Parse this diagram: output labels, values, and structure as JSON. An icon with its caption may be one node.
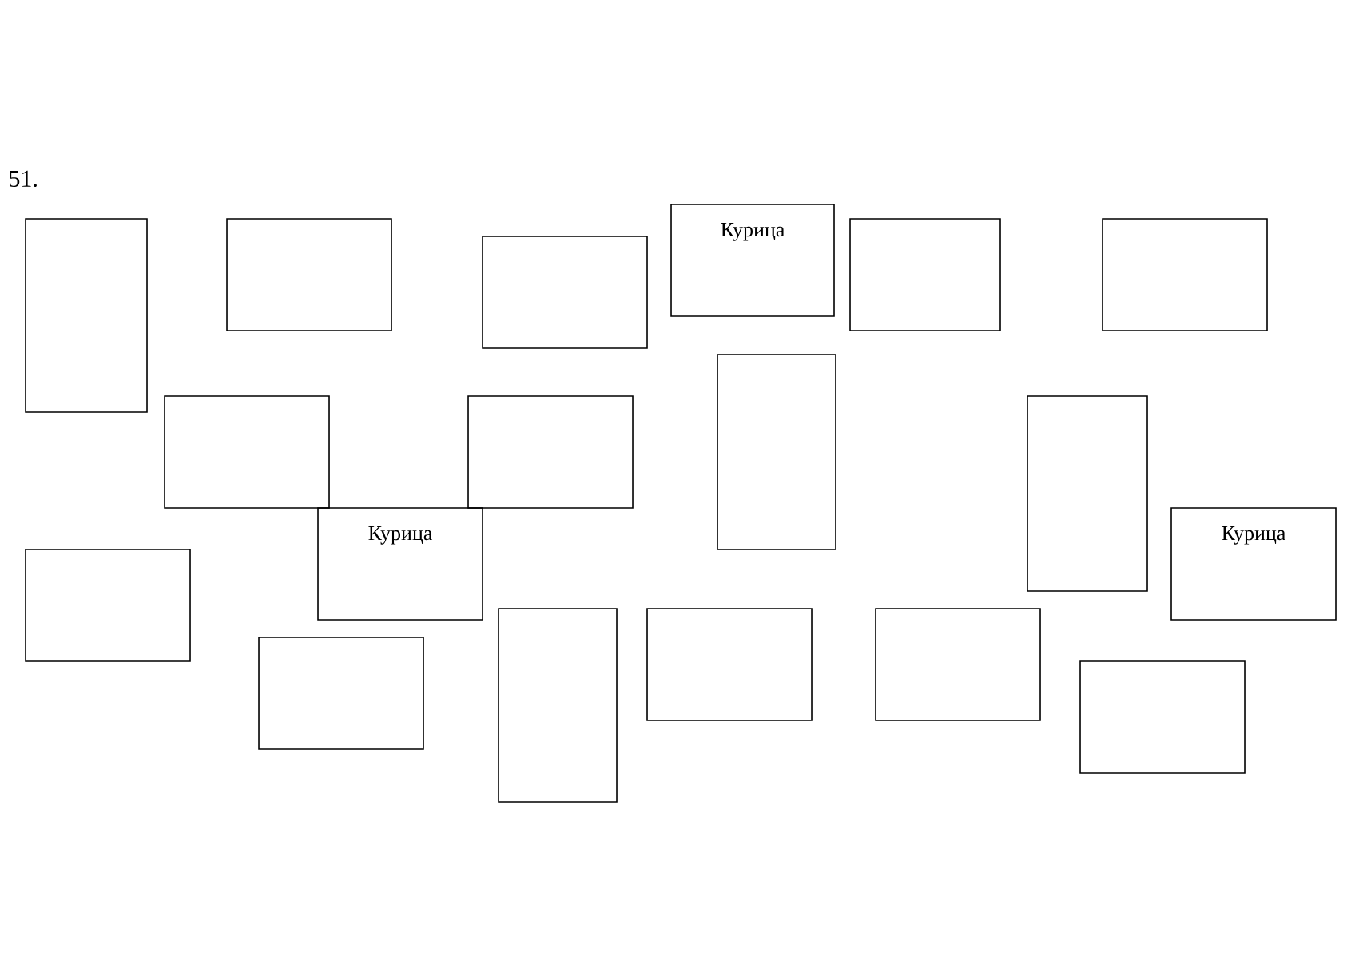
{
  "diagram": {
    "nodes": [
      {
        "text": [
          "Курица"
        ]
      },
      {
        "text": [],
        "shape": "box"
      },
      {
        "text": [],
        "shape": "box"
      },
      {
        "text": [],
        "shape": "box"
      },
      {
        "text": [],
        "shape": "box"
      },
      {
        "text": [],
        "shape": "box"
      },
      {
        "text": [],
        "shape": "box"
      },
      {
        "text": [],
        "shape": "box"
      },
      {
        "text": [],
        "shape": "box"
      },
      {
        "text": [],
        "shape": "box"
      },
      {
        "text": [
          "Курица"
        ]
      },
      {
        "text": [
          "Курица"
        ]
      },
      {
        "text": [],
        "shape": "box"
      },
      {
        "text": [],
        "shape": "box"
      },
      {
        "text": [],
        "shape": "box"
      },
      {
        "text": [],
        "shape": "box"
      },
      {
        "text": [],
        "shape": "box"
      },
      {
        "text": [],
        "shape": "box"
      }
    ],
    "labels": [
      "51."
    ]
  }
}
